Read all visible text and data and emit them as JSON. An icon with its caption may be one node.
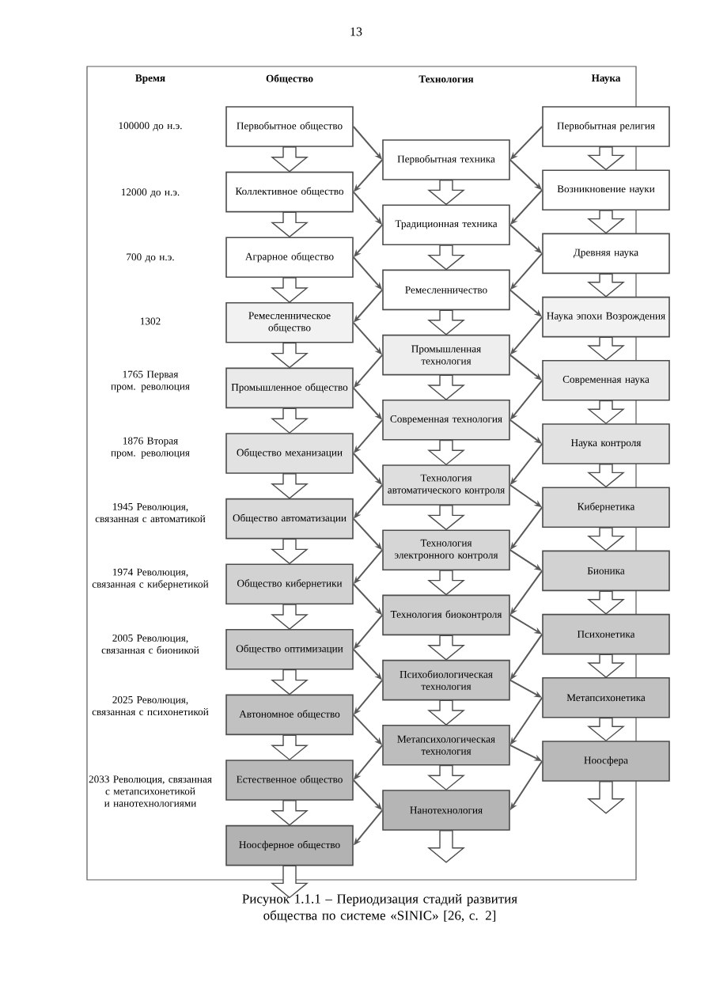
{
  "diagram": {
    "caption": "Рисунок 1.1.1 – Периодизация стадий развития общества по системе «SINIC» [26, с. 2]",
    "nodes": [
      {
        "text": [
          "Первобытное общество"
        ]
      },
      {
        "text": [
          "Коллективное общество"
        ]
      },
      {
        "text": [
          "Аграрное общество"
        ]
      },
      {
        "text": [
          "Ремесленническое общество"
        ]
      },
      {
        "text": [
          "Промышленное общество"
        ]
      },
      {
        "text": [
          "Общество механизации"
        ]
      },
      {
        "text": [
          "Общество автоматизации"
        ]
      },
      {
        "text": [
          "Общество кибернетики"
        ]
      },
      {
        "text": [
          "Общество оптимизации"
        ]
      },
      {
        "text": [
          "Автономное общество"
        ]
      },
      {
        "text": [
          "Естественное общество"
        ]
      },
      {
        "text": [
          "Ноосферное общество"
        ]
      },
      {
        "text": [
          "Первобытная техника"
        ]
      },
      {
        "text": [
          "Традиционная техника"
        ]
      },
      {
        "text": [
          "Ремесленничество"
        ]
      },
      {
        "text": [
          "Промышленная технология"
        ]
      },
      {
        "text": [
          "Современная технология"
        ]
      },
      {
        "text": [
          "Технология автоматического контроля"
        ]
      },
      {
        "text": [
          "Технология электронного контроля"
        ]
      },
      {
        "text": [
          "Технология биоконтроля"
        ]
      },
      {
        "text": [
          "Психобиологическая технология"
        ]
      },
      {
        "text": [
          "Метапсихологическая технология"
        ]
      },
      {
        "text": [
          "Нанотехнология"
        ]
      },
      {
        "text": [
          "Первобытная религия"
        ]
      },
      {
        "text": [
          "Возникновение науки"
        ]
      },
      {
        "text": [
          "Древняя наука"
        ]
      },
      {
        "text": [
          "Наука эпохи Возрождения"
        ]
      },
      {
        "text": [
          "Современная наука"
        ]
      },
      {
        "text": [
          "Наука контроля"
        ]
      },
      {
        "text": [
          "Кибернетика"
        ]
      },
      {
        "text": [
          "Бионика"
        ]
      },
      {
        "text": [
          "Психонетика"
        ]
      },
      {
        "text": [
          "Метапсихонетика"
        ]
      },
      {
        "text": [
          "Ноосфера"
        ]
      }
    ],
    "edges": [
      {
        "from": 0,
        "to": 1,
        "arrow": "to",
        "style": "thick"
      },
      {
        "from": 1,
        "to": 2,
        "arrow": "to",
        "style": "thick"
      },
      {
        "from": 2,
        "to": 3,
        "arrow": "to",
        "style": "thick"
      },
      {
        "from": 3,
        "to": 4,
        "arrow": "to",
        "style": "thick"
      },
      {
        "from": 4,
        "to": 5,
        "arrow": "to",
        "style": "thick"
      },
      {
        "from": 5,
        "to": 6,
        "arrow": "to",
        "style": "thick"
      },
      {
        "from": 6,
        "to": 7,
        "arrow": "to",
        "style": "thick"
      },
      {
        "from": 7,
        "to": 8,
        "arrow": "to",
        "style": "thick"
      },
      {
        "from": 8,
        "to": 9,
        "arrow": "to",
        "style": "thick"
      },
      {
        "from": 9,
        "to": 10,
        "arrow": "to",
        "style": "thick"
      },
      {
        "from": 10,
        "to": 11,
        "arrow": "to",
        "style": "thick"
      },
      {
        "from": 11,
        "to": null,
        "arrow": "to",
        "style": "thick"
      },
      {
        "from": 12,
        "to": 13,
        "arrow": "to",
        "style": "thick"
      },
      {
        "from": 13,
        "to": 14,
        "arrow": "to",
        "style": "thick"
      },
      {
        "from": 14,
        "to": 15,
        "arrow": "to",
        "style": "thick"
      },
      {
        "from": 15,
        "to": 16,
        "arrow": "to",
        "style": "thick"
      },
      {
        "from": 16,
        "to": 17,
        "arrow": "to",
        "style": "thick"
      },
      {
        "from": 17,
        "to": 18,
        "arrow": "to",
        "style": "thick"
      },
      {
        "from": 18,
        "to": 19,
        "arrow": "to",
        "style": "thick"
      },
      {
        "from": 19,
        "to": 20,
        "arrow": "to",
        "style": "thick"
      },
      {
        "from": 20,
        "to": 21,
        "arrow": "to",
        "style": "thick"
      },
      {
        "from": 21,
        "to": 22,
        "arrow": "to",
        "style": "thick"
      },
      {
        "from": 22,
        "to": null,
        "arrow": "to",
        "style": "thick"
      },
      {
        "from": 23,
        "to": 24,
        "arrow": "to",
        "style": "thick"
      },
      {
        "from": 24,
        "to": 25,
        "arrow": "to",
        "style": "thick"
      },
      {
        "from": 25,
        "to": 26,
        "arrow": "to",
        "style": "thick"
      },
      {
        "from": 26,
        "to": 27,
        "arrow": "to",
        "style": "thick"
      },
      {
        "from": 27,
        "to": 28,
        "arrow": "to",
        "style": "thick"
      },
      {
        "from": 28,
        "to": 29,
        "arrow": "to",
        "style": "thick"
      },
      {
        "from": 29,
        "to": 30,
        "arrow": "to",
        "style": "thick"
      },
      {
        "from": 30,
        "to": 31,
        "arrow": "to",
        "style": "thick"
      },
      {
        "from": 31,
        "to": 32,
        "arrow": "to",
        "style": "thick"
      },
      {
        "from": 32,
        "to": 33,
        "arrow": "to",
        "style": "thick"
      },
      {
        "from": 33,
        "to": null,
        "arrow": "to",
        "style": "thick"
      },
      {
        "from": 0,
        "to": 12,
        "arrow": "to"
      },
      {
        "from": 23,
        "to": 12,
        "arrow": "to"
      },
      {
        "from": 12,
        "to": 1,
        "arrow": "to"
      },
      {
        "from": 12,
        "to": 24,
        "arrow": "to"
      },
      {
        "from": 1,
        "to": 13,
        "arrow": "to"
      },
      {
        "from": 24,
        "to": 13,
        "arrow": "to"
      },
      {
        "from": 13,
        "to": 2,
        "arrow": "to"
      },
      {
        "from": 13,
        "to": 25,
        "arrow": "to"
      },
      {
        "from": 2,
        "to": 14,
        "arrow": "to"
      },
      {
        "from": 25,
        "to": 14,
        "arrow": "to"
      },
      {
        "from": 14,
        "to": 3,
        "arrow": "to"
      },
      {
        "from": 14,
        "to": 26,
        "arrow": "to"
      },
      {
        "from": 3,
        "to": 15,
        "arrow": "to"
      },
      {
        "from": 26,
        "to": 15,
        "arrow": "to"
      },
      {
        "from": 15,
        "to": 4,
        "arrow": "to"
      },
      {
        "from": 15,
        "to": 27,
        "arrow": "to"
      },
      {
        "from": 4,
        "to": 16,
        "arrow": "to"
      },
      {
        "from": 27,
        "to": 16,
        "arrow": "to"
      },
      {
        "from": 16,
        "to": 5,
        "arrow": "to"
      },
      {
        "from": 16,
        "to": 28,
        "arrow": "to"
      },
      {
        "from": 5,
        "to": 17,
        "arrow": "to"
      },
      {
        "from": 28,
        "to": 17,
        "arrow": "to"
      },
      {
        "from": 17,
        "to": 6,
        "arrow": "to"
      },
      {
        "from": 17,
        "to": 29,
        "arrow": "to"
      },
      {
        "from": 6,
        "to": 18,
        "arrow": "to"
      },
      {
        "from": 29,
        "to": 18,
        "arrow": "to"
      },
      {
        "from": 18,
        "to": 7,
        "arrow": "to"
      },
      {
        "from": 18,
        "to": 30,
        "arrow": "to"
      },
      {
        "from": 7,
        "to": 19,
        "arrow": "to"
      },
      {
        "from": 30,
        "to": 19,
        "arrow": "to"
      },
      {
        "from": 19,
        "to": 8,
        "arrow": "to"
      },
      {
        "from": 19,
        "to": 31,
        "arrow": "to"
      },
      {
        "from": 8,
        "to": 20,
        "arrow": "to"
      },
      {
        "from": 31,
        "to": 20,
        "arrow": "to"
      },
      {
        "from": 20,
        "to": 9,
        "arrow": "to"
      },
      {
        "from": 20,
        "to": 32,
        "arrow": "to"
      },
      {
        "from": 9,
        "to": 21,
        "arrow": "to"
      },
      {
        "from": 32,
        "to": 21,
        "arrow": "to"
      },
      {
        "from": 21,
        "to": 10,
        "arrow": "to"
      },
      {
        "from": 21,
        "to": 33,
        "arrow": "to"
      },
      {
        "from": 10,
        "to": 22,
        "arrow": "to"
      },
      {
        "from": 33,
        "to": 22,
        "arrow": "to"
      },
      {
        "from": 22,
        "to": 11,
        "arrow": "to"
      }
    ],
    "labels": [
      "13",
      "Время",
      "Общество",
      "Технология",
      "Наука",
      "100000 до н.э.",
      "12000 до н.э.",
      "700 до н.э.",
      "1302",
      "1765 Первая пром. революция",
      "1876 Вторая пром. революция",
      "1945 Революция, связанная с автоматикой",
      "1974 Революция, связанная с кибернетикой",
      "2005 Революция, связанная с бионикой",
      "2025 Революция, связанная с психонетикой",
      "2033 Революция, связанная с метапсихонетикой и нанотехнологиями"
    ]
  }
}
